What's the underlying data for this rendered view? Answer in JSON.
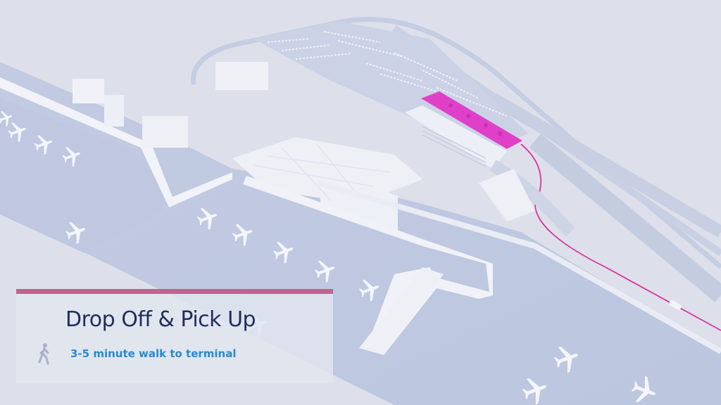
{
  "map": {
    "description": "3D isometric airport map",
    "highlight_color": "#e040c8",
    "route_color": "#d9359e",
    "apron_color": "#bfc8e0",
    "ground_color": "#dcdfe9",
    "building_color": "#eef0f6",
    "highlighted_area": "Drop Off & Pick Up zone"
  },
  "info_card": {
    "accent_color": "#c4618f",
    "title": "Drop Off & Pick Up",
    "walk_icon": "walking-person-icon",
    "subtitle": "3-5 minute walk to terminal",
    "subtitle_color": "#2a8acb",
    "title_color": "#1f2e5a"
  }
}
